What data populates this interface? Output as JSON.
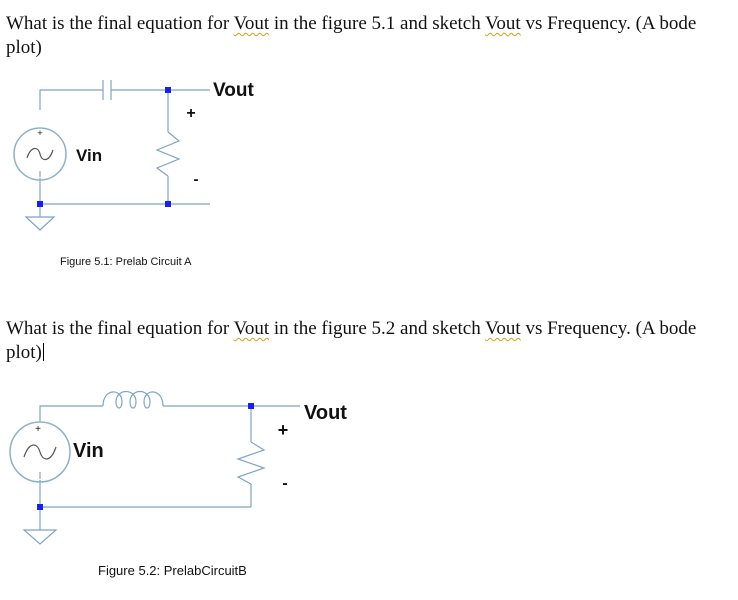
{
  "question1": {
    "part1": "What is the final equation for ",
    "term1": "Vout",
    "part2": " in the figure 5.1 and sketch ",
    "term2": "Vout",
    "part3": " vs Frequency. (A bode plot)"
  },
  "figure1": {
    "source_label": "Vin",
    "out_label": "Vout",
    "plus": "+",
    "minus": "-",
    "caption": "Figure 5.1: Prelab Circuit A"
  },
  "question2": {
    "part1": "What is the final equation for ",
    "term1": "Vout",
    "part2": " in the figure 5.2 and sketch ",
    "term2": "Vout",
    "part3": " vs Frequency. (A bode plot)"
  },
  "figure2": {
    "source_label": "Vin",
    "out_label": "Vout",
    "plus": "+",
    "minus": "-",
    "caption": "Figure 5.2: PrelabCircuitB"
  },
  "colors": {
    "wire": "#7fa4c4",
    "node": "#1a20e8",
    "text": "#111111",
    "spellcheck": "#d4a017"
  }
}
